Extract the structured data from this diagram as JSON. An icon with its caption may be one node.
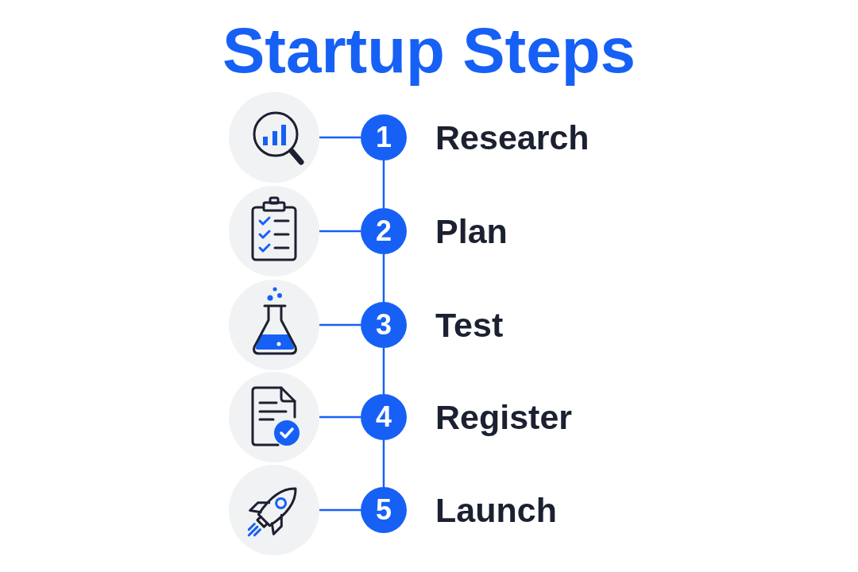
{
  "diagram": {
    "title": "Startup Steps",
    "nodes": [
      {
        "text": [],
        "shape": "picture"
      },
      {
        "text": [
          "1"
        ],
        "beside": [
          "Research"
        ]
      },
      {
        "text": [],
        "shape": "picture"
      },
      {
        "text": [
          "2"
        ],
        "beside": [
          "Plan"
        ]
      },
      {
        "text": [],
        "shape": "picture"
      },
      {
        "text": [
          "3"
        ],
        "beside": [
          "Test"
        ]
      },
      {
        "text": [],
        "shape": "picture"
      },
      {
        "text": [
          "4"
        ],
        "beside": [
          "Register"
        ]
      },
      {
        "text": [],
        "shape": "picture"
      },
      {
        "text": [
          "5"
        ],
        "beside": [
          "Launch"
        ]
      }
    ],
    "edges": [
      {
        "from": 0,
        "to": 1,
        "arrow": "none"
      },
      {
        "from": 1,
        "to": 3,
        "arrow": "none"
      },
      {
        "from": 2,
        "to": 3,
        "arrow": "none"
      },
      {
        "from": 3,
        "to": 5,
        "arrow": "none"
      },
      {
        "from": 4,
        "to": 5,
        "arrow": "none"
      },
      {
        "from": 5,
        "to": 7,
        "arrow": "none"
      },
      {
        "from": 6,
        "to": 7,
        "arrow": "none"
      },
      {
        "from": 7,
        "to": 9,
        "arrow": "none"
      },
      {
        "from": 8,
        "to": 9,
        "arrow": "none"
      }
    ]
  }
}
